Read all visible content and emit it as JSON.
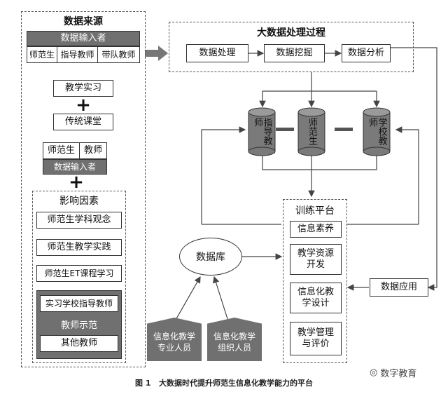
{
  "source": {
    "title": "数据来源",
    "input_header": "数据输入者",
    "roles": [
      "师范生",
      "指导教师",
      "带队教师"
    ],
    "internship": "教学实习",
    "traditional": "传统课堂",
    "roles2": [
      "师范生",
      "教师"
    ],
    "input_footer": "数据输入者"
  },
  "factors": {
    "title": "影响因素",
    "items": [
      "师范生学科观念",
      "师范生教学实践",
      "师范生ET课程学习"
    ],
    "sub_items": [
      "实习学校指导教师",
      "教师示范",
      "其他教师"
    ]
  },
  "process": {
    "title": "大数据处理过程",
    "steps": [
      "数据处理",
      "数据挖掘",
      "数据分析"
    ]
  },
  "cylinders": [
    "指导教师",
    "师范生",
    "学校教师"
  ],
  "training": {
    "title": "训练平台",
    "items": [
      "信息素养",
      "教学资源开发",
      "信息化教学设计",
      "教学管理与评价"
    ]
  },
  "database": "数据库",
  "data_application": "数据应用",
  "people": [
    "信息化教学专业人员",
    "信息化教学组织人员"
  ],
  "caption": "图 1   大数据时代提升师范生信息化教学能力的平台",
  "watermark": "数字教育"
}
